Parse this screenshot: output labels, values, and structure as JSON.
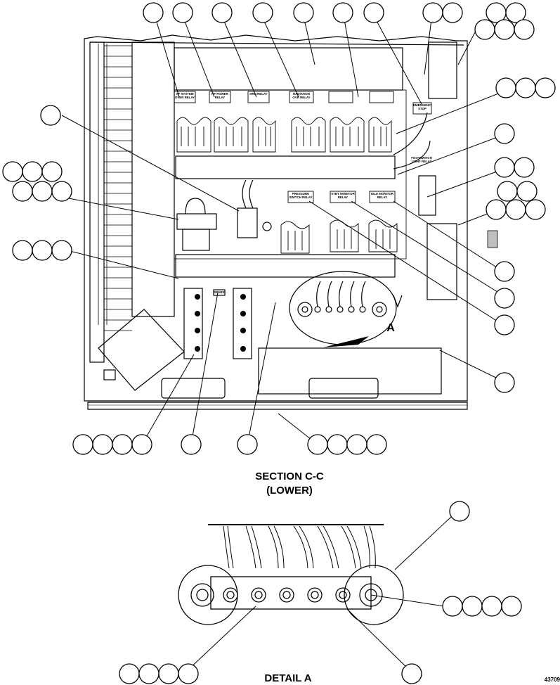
{
  "section_title": "SECTION C-C",
  "section_subtitle": "(LOWER)",
  "detail_title": "DETAIL A",
  "detail_marker": "A",
  "figure_number": "43709",
  "relay_plates": [
    "AF SYSTEM OVER RELAY",
    "RF POWER RELAY",
    "HRN RELAY",
    "RADIATION OVR RELAY",
    "",
    "",
    "EMERGENCY STOP",
    "FOOTSWITCH LIGHT RELAY",
    "PRESSURE SWITCH RELAY",
    "STBY MONITOR RELAY",
    "IDLE MONITOR RELAY",
    "SPARE"
  ],
  "colors": {
    "line": "#000000",
    "paper": "#ffffff",
    "shade": "#bfbfbf"
  }
}
